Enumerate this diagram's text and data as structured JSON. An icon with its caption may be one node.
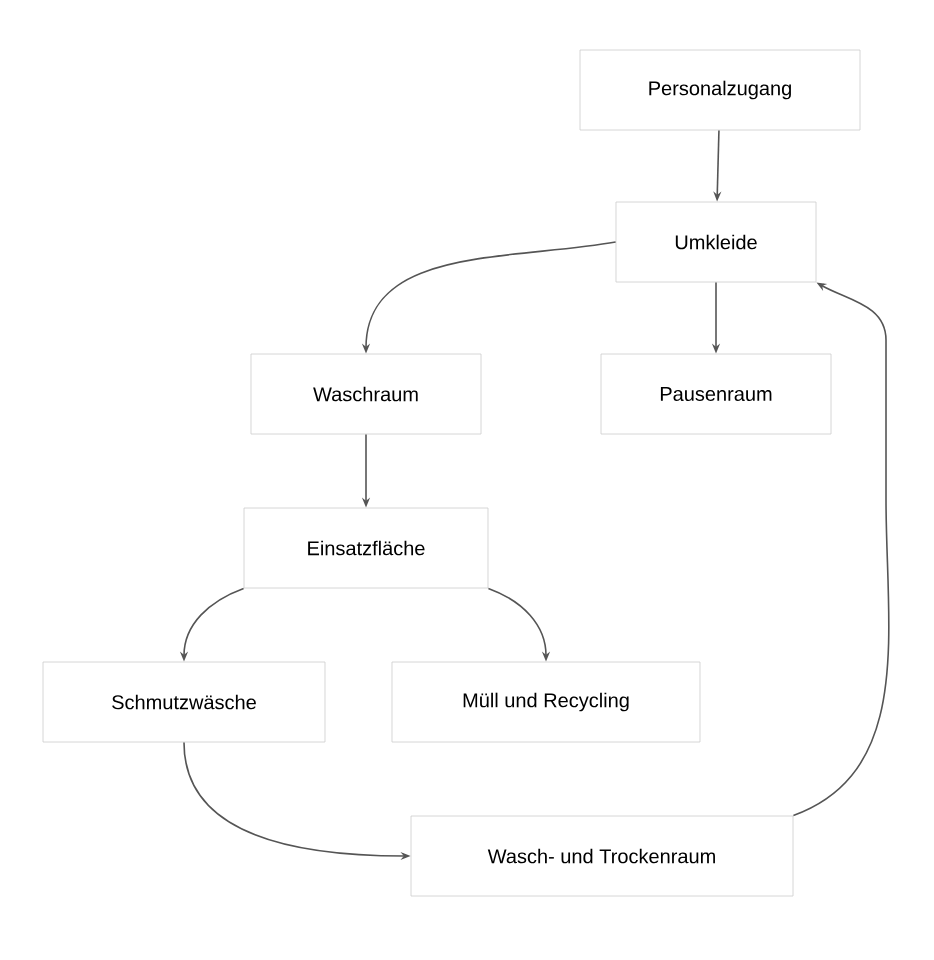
{
  "diagram": {
    "nodes": [
      {
        "text": [
          "Personalzugang"
        ]
      },
      {
        "text": [
          "Umkleide"
        ]
      },
      {
        "text": [
          "Waschraum"
        ]
      },
      {
        "text": [
          "Pausenraum"
        ]
      },
      {
        "text": [
          "Einsatzfläche"
        ]
      },
      {
        "text": [
          "Schmutzwäsche"
        ]
      },
      {
        "text": [
          "Müll und Recycling"
        ]
      },
      {
        "text": [
          "Wasch- und Trockenraum"
        ]
      }
    ],
    "edges": [
      {
        "from": 0,
        "to": 1,
        "arrow": "to"
      },
      {
        "from": 1,
        "to": 2,
        "arrow": "to"
      },
      {
        "from": 1,
        "to": 3,
        "arrow": "to"
      },
      {
        "from": 2,
        "to": 4,
        "arrow": "to"
      },
      {
        "from": 4,
        "to": 5,
        "arrow": "to"
      },
      {
        "from": 4,
        "to": 6,
        "arrow": "to"
      },
      {
        "from": 5,
        "to": 7,
        "arrow": "to"
      },
      {
        "from": 7,
        "to": 1,
        "arrow": "to"
      }
    ]
  }
}
